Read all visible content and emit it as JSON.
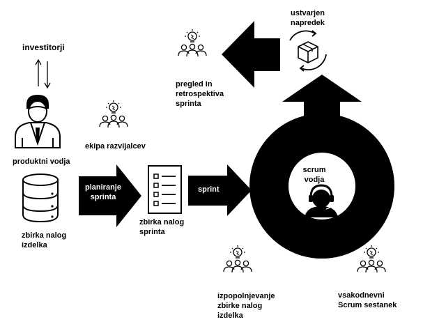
{
  "labels": {
    "investors": "investitorji",
    "product_owner": "produktni vodja",
    "product_backlog": "zbirka nalog\nizdelka",
    "dev_team": "ekipa razvijalcev",
    "sprint_planning": "planiranje\nsprinta",
    "sprint_backlog": "zbirka nalog\nsprinta",
    "sprint": "sprint",
    "scrum_master": "scrum\nvodja",
    "increment": "ustvarjen\nnapredek",
    "review_retro": "pregled in\nretrospektiva\nsprinta",
    "refinement": "izpopolnjevanje\nzbirke nalog\nizdelka",
    "daily_scrum": "vsakodnevni\nScrum sestanek"
  },
  "colors": {
    "ink": "#000000",
    "paper": "#ffffff",
    "skin": "#e8e8e8"
  },
  "icons": [
    "team-idea-icon",
    "person-icon",
    "database-icon",
    "checklist-icon",
    "headset-icon",
    "package-cycle-icon",
    "updown-arrows-icon"
  ]
}
